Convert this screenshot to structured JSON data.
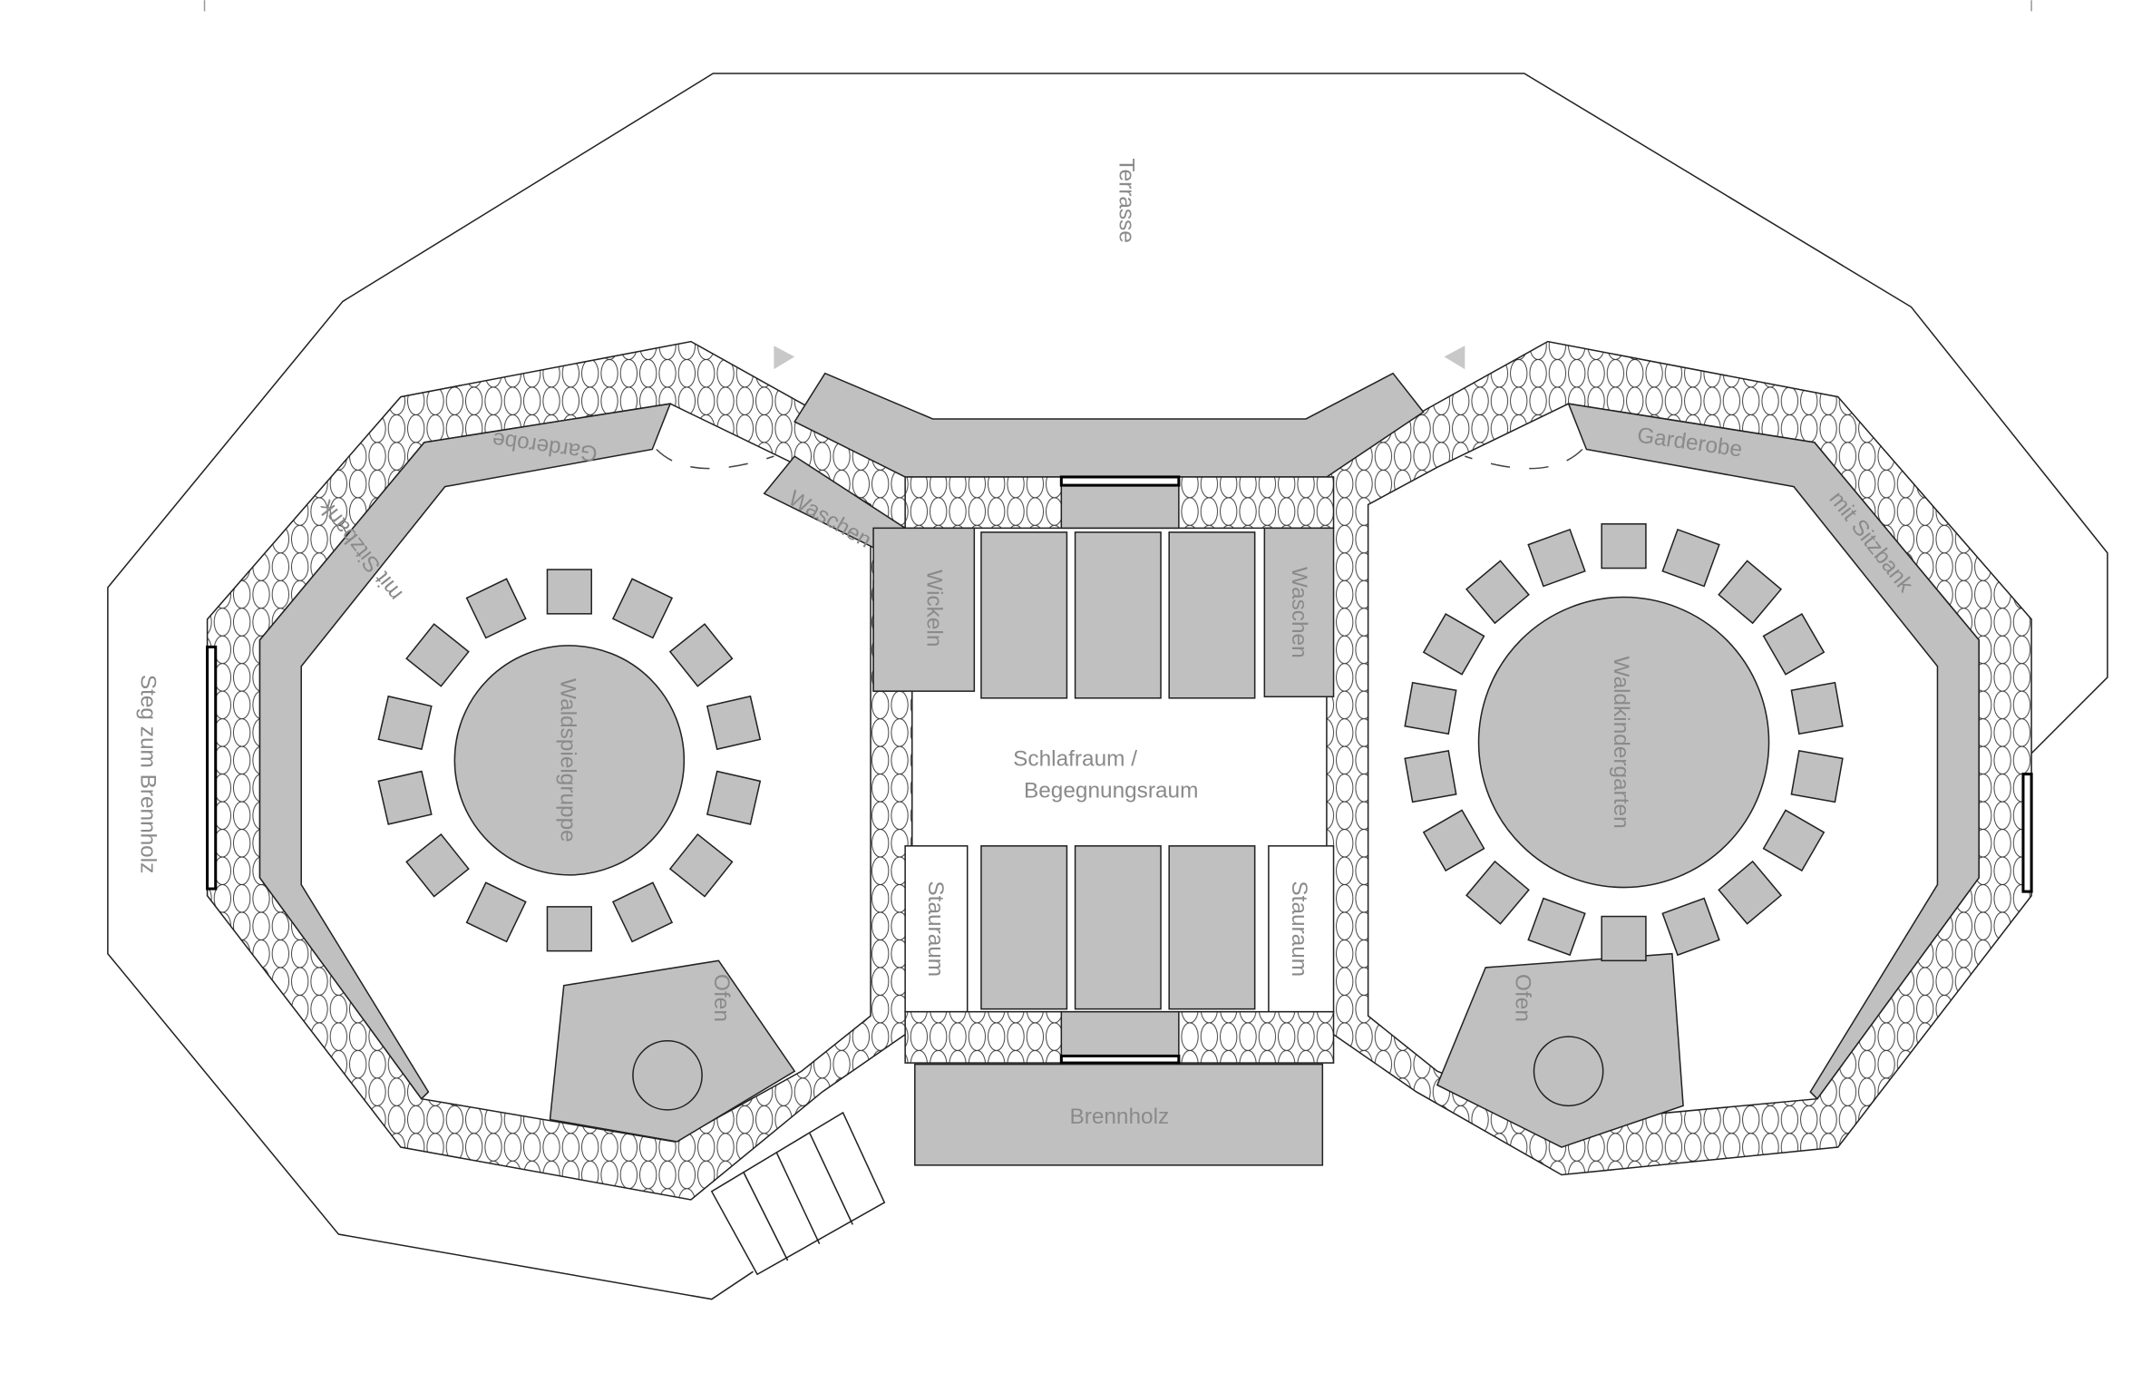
{
  "labels": {
    "terrace": "Terrasse",
    "boardwalk": "Steg zum Brennholz",
    "left_cloakroom": "Garderobe",
    "left_bench": "mit Sitzbank",
    "right_cloakroom": "Garderobe",
    "right_bench": "mit Sitzbank",
    "left_room": "Waldspielgruppe",
    "right_room": "Waldkindergarten",
    "central_room_line1": "Schlafraum /",
    "central_room_line2": "Begegnungsraum",
    "changing": "Wickeln",
    "washing_left": "Waschen",
    "washing_right": "Waschen",
    "storage_left": "Stauraum",
    "storage_right": "Stauraum",
    "stove_left": "Ofen",
    "stove_right": "Ofen",
    "firewood": "Brennholz"
  },
  "tables": {
    "left_chairs": 14,
    "right_chairs": 18
  },
  "colors": {
    "fill": "#c0c0c0",
    "line": "#222222",
    "text": "#8a8a8a"
  }
}
